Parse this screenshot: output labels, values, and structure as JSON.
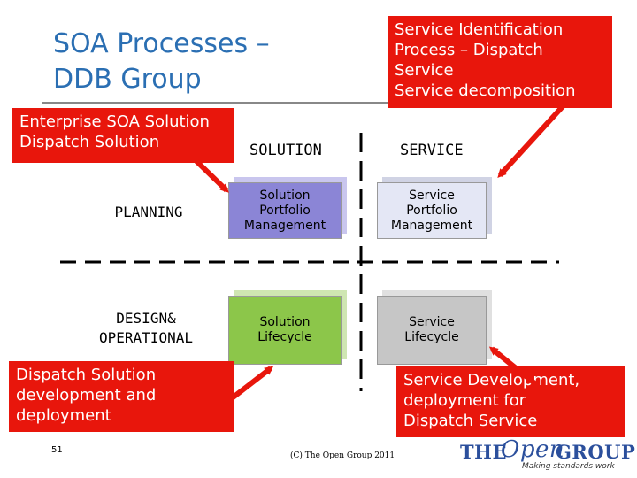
{
  "title": "SOA Processes –\nDDB Group",
  "callouts": {
    "top_left": "Enterprise SOA Solution\nDispatch Solution",
    "top_right": "Service Identification\nProcess – Dispatch\nService\nService decomposition",
    "bottom_left": "Dispatch Solution\ndevelopment and\ndeployment",
    "bottom_right": "Service Development,\ndeployment for\nDispatch Service"
  },
  "columns": {
    "solution": "SOLUTION",
    "service": "SERVICE"
  },
  "rows": {
    "planning": "PLANNING",
    "design_operational": "DESIGN&\nOPERATIONAL"
  },
  "boxes": {
    "solution_portfolio": "Solution\nPortfolio\nManagement",
    "service_portfolio": "Service\nPortfolio\nManagement",
    "solution_lifecycle": "Solution\nLifecycle",
    "service_lifecycle": "Service\nLifecycle"
  },
  "footer": {
    "page_number": "51",
    "copyright": "(C) The Open Group 2011",
    "logo_the": "THE",
    "logo_open": "Open",
    "logo_group": "GROUP",
    "logo_tagline": "Making standards work"
  },
  "colors": {
    "title": "#2b6fb3",
    "callout": "#e8160c",
    "solution_portfolio": "#8b85d6",
    "solution_lifecycle": "#8cc64a",
    "service_portfolio": "#e4e7f5",
    "service_lifecycle": "#c6c6c6"
  }
}
